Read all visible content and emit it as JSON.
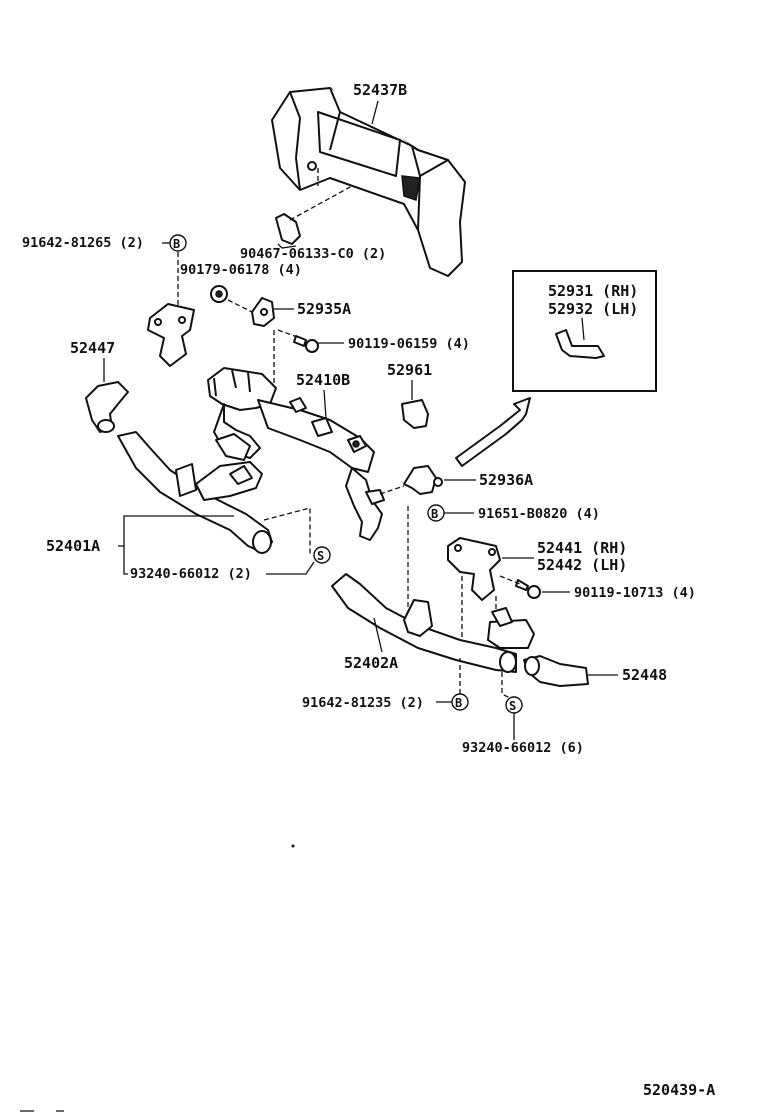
{
  "labels": {
    "p52437b": "52437B",
    "p91642_81265": "91642-81265 (2)",
    "p90467": "90467-06133-C0 (2)",
    "p90179": "90179-06178 (4)",
    "p52935a": "52935A",
    "p90119_06159": "90119-06159 (4)",
    "p52931": "52931 (RH)",
    "p52932": "52932 (LH)",
    "p52447": "52447",
    "p52410b": "52410B",
    "p52961": "52961",
    "p52936a": "52936A",
    "p91651": "91651-B0820 (4)",
    "p52401a": "52401A",
    "p93240_2": "93240-66012 (2)",
    "p52441": "52441 (RH)",
    "p52442": "52442 (LH)",
    "p90119_10713": "90119-10713 (4)",
    "p52402a": "52402A",
    "p52448": "52448",
    "p91642_81235": "91642-81235 (2)",
    "p93240_6": "93240-66012 (6)",
    "diagram_id": "520439-A"
  },
  "markers": {
    "b": "B",
    "s": "S"
  }
}
